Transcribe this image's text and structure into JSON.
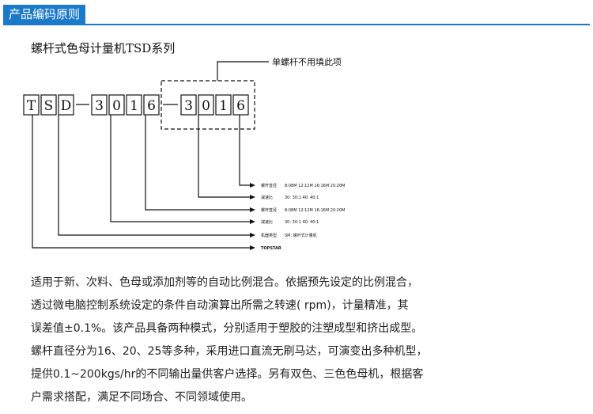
{
  "header": {
    "title": "产品编码原则"
  },
  "subtitle": "螺杆式色母计量机TSD系列",
  "diagram": {
    "note": "单螺杆不用填此项",
    "code_chars": [
      "T",
      "S",
      "D",
      "3",
      "0",
      "1",
      "6",
      "3",
      "0",
      "1",
      "6"
    ],
    "labels": [
      {
        "name": "螺杆直径",
        "value": "8:08M 12:12M 16:16M 20:20M"
      },
      {
        "name": "减速比",
        "value": "30: 30:1 40: 40:1"
      },
      {
        "name": "螺杆直径",
        "value": "8:08M 12:12M 16:16M 20:20M"
      },
      {
        "name": "减速比",
        "value": "30: 30:1 40: 40:1"
      },
      {
        "name": "机器类型",
        "value": "SM: 螺杆式计量机"
      },
      {
        "name": "TOPSTAR",
        "value": ""
      }
    ]
  },
  "description": [
    "适用于新、次料、色母或添加剂等的自动比例混合。依据预先设定的比例混合，",
    "透过微电脑控制系统设定的条件自动演算出所需之转速( rpm)，计量精准，其",
    "误差值±0.1%。该产品具备两种模式，分别适用于塑胶的注塑成型和挤出成型。",
    "螺杆直径分为16、20、25等多种，采用进口直流无刷马达，可演变出多种机型，",
    "提供0.1~200kgs/hr的不同输出量供客户选择。另有双色、三色色母机，根据客",
    "户需求搭配，满足不同场合、不同领域使用。"
  ]
}
